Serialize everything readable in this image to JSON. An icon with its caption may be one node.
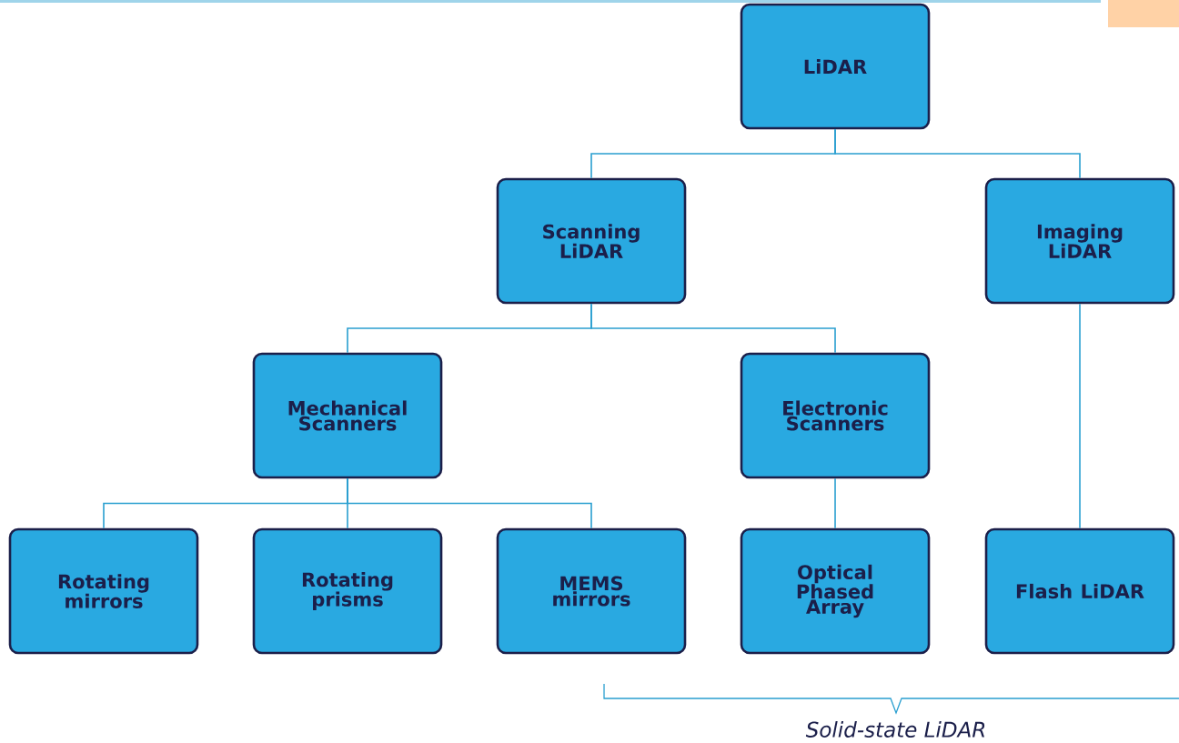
{
  "diagram": {
    "nodes": [
      {
        "text": [
          "LiDAR"
        ]
      },
      {
        "text": [
          "Scanning LiDAR"
        ]
      },
      {
        "text": [
          "Imaging LiDAR"
        ]
      },
      {
        "text": [
          "Mechanical Scanners"
        ]
      },
      {
        "text": [
          "Electronic Scanners"
        ]
      },
      {
        "text": [
          "Rotating mirrors"
        ]
      },
      {
        "text": [
          "Rotating prisms"
        ]
      },
      {
        "text": [
          "MEMS mirrors"
        ]
      },
      {
        "text": [
          "Optical Phased Array"
        ]
      },
      {
        "text": [
          "Flash LiDAR"
        ]
      }
    ],
    "edges": [
      {
        "from": 0,
        "to": 1,
        "arrow": "none"
      },
      {
        "from": 0,
        "to": 2,
        "arrow": "none"
      },
      {
        "from": 1,
        "to": 3,
        "arrow": "none"
      },
      {
        "from": 1,
        "to": 4,
        "arrow": "none"
      },
      {
        "from": 3,
        "to": 5,
        "arrow": "none"
      },
      {
        "from": 3,
        "to": 6,
        "arrow": "none"
      },
      {
        "from": 3,
        "to": 7,
        "arrow": "none"
      },
      {
        "from": 4,
        "to": 8,
        "arrow": "none"
      },
      {
        "from": 2,
        "to": 9,
        "arrow": "none"
      }
    ],
    "labels": [
      "Solid-state LiDAR"
    ]
  }
}
